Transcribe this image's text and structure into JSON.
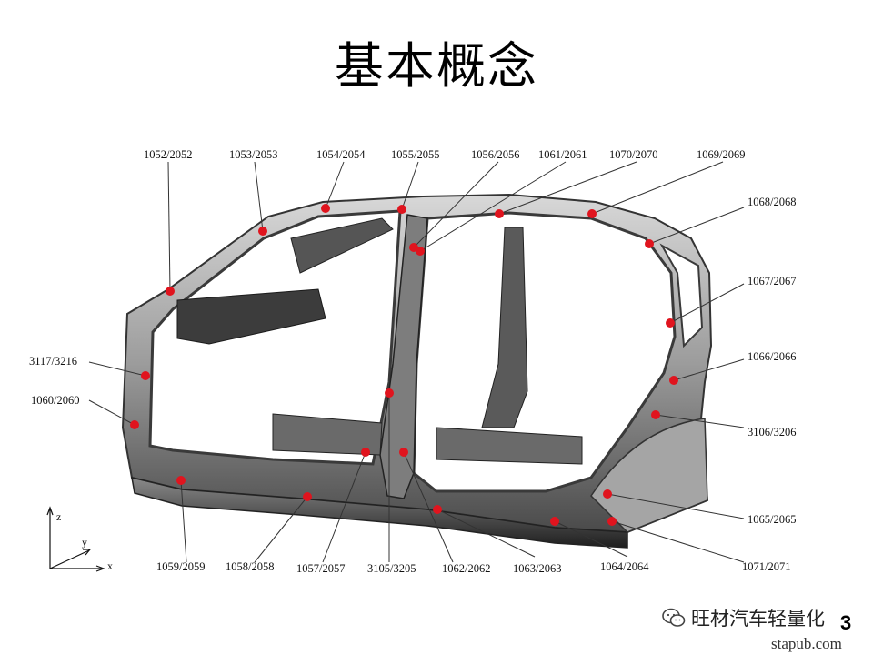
{
  "title": "基本概念",
  "callouts": [
    "1052/2052",
    "1053/2053",
    "1054/2054",
    "1055/2055",
    "1056/2056",
    "1061/2061",
    "1070/2070",
    "1069/2069",
    "1068/2068",
    "1067/2067",
    "1066/2066",
    "3106/3206",
    "1065/2065",
    "1071/2071",
    "1064/2064",
    "1063/2063",
    "1062/2062",
    "3105/3205",
    "1057/2057",
    "1058/2058",
    "1059/2059",
    "1060/2060",
    "3117/3216"
  ],
  "axes": {
    "z": "z",
    "y": "y",
    "x": "x"
  },
  "marker_color": "#e0141e",
  "watermark": "旺材汽车轻量化",
  "slide_number": "3",
  "site": "stapub.com"
}
